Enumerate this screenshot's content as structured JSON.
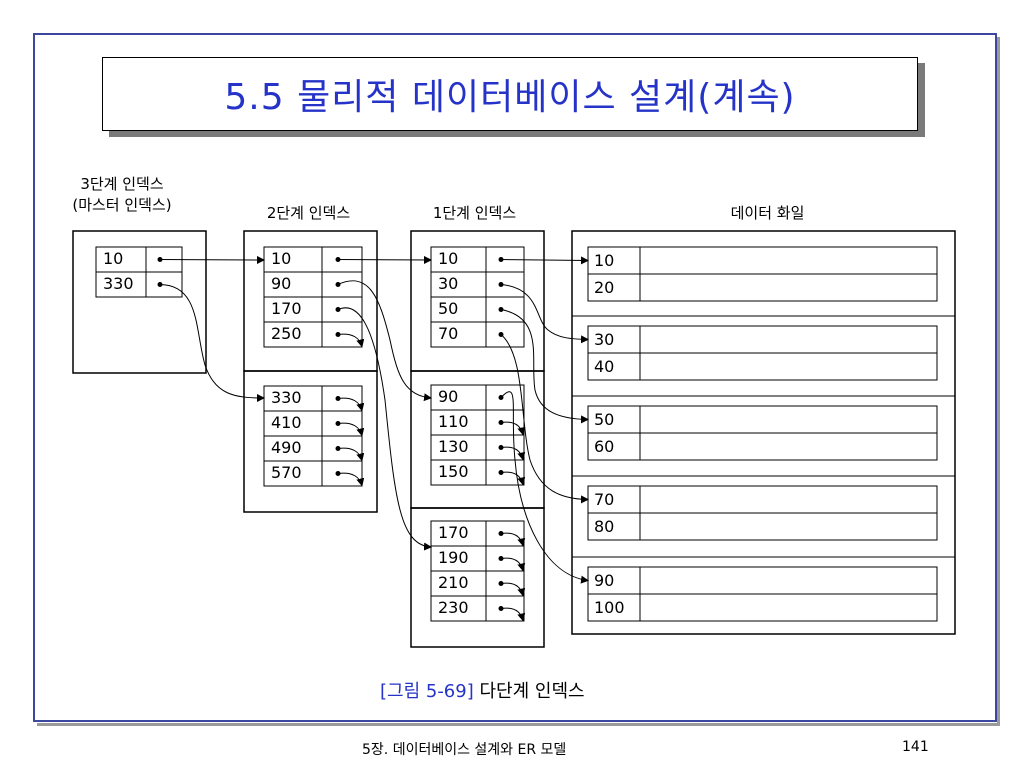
{
  "slide": {
    "title": "5.5 물리적 데이터베이스 설계(계속)",
    "footer_chapter": "5장. 데이터베이스 설계와 ER 모델",
    "page_number": "141"
  },
  "diagram": {
    "headers": {
      "level3_line1": "3단계 인덱스",
      "level3_line2": "(마스터 인덱스)",
      "level2": "2단계 인덱스",
      "level1": "1단계 인덱스",
      "data": "데이터 화일"
    },
    "level3": [
      "10",
      "330"
    ],
    "level2_blocks": [
      [
        "10",
        "90",
        "170",
        "250"
      ],
      [
        "330",
        "410",
        "490",
        "570"
      ]
    ],
    "level1_blocks": [
      [
        "10",
        "30",
        "50",
        "70"
      ],
      [
        "90",
        "110",
        "130",
        "150"
      ],
      [
        "170",
        "190",
        "210",
        "230"
      ]
    ],
    "data_blocks": [
      [
        "10",
        "20"
      ],
      [
        "30",
        "40"
      ],
      [
        "50",
        "60"
      ],
      [
        "70",
        "80"
      ],
      [
        "90",
        "100"
      ]
    ],
    "caption_label": "[그림 5-69]",
    "caption_text": "다단계 인덱스"
  }
}
